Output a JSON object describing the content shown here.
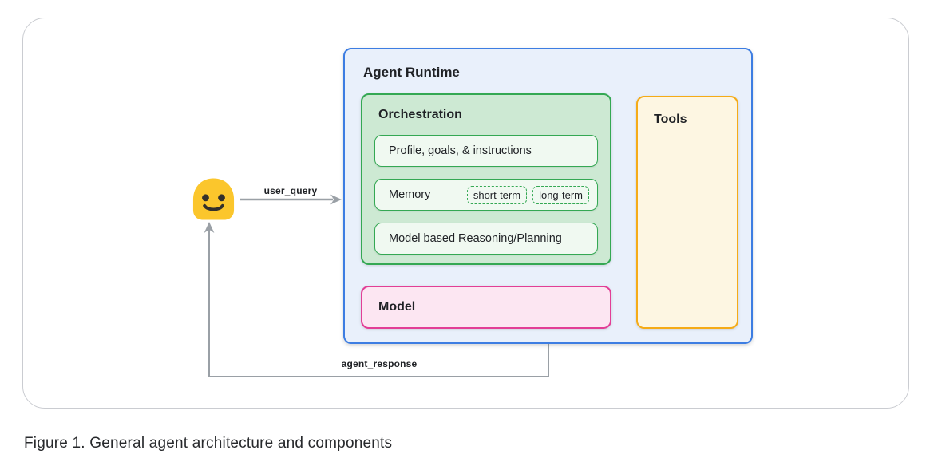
{
  "theme": {
    "page-bg": "#ffffff",
    "panel-border": "#caccd1",
    "blue-fill": "#e9f0fb",
    "blue-border": "#3d7de2",
    "green-fill": "#cde9d3",
    "green-border": "#34a853",
    "row-fill": "#f0f9f1",
    "pink-fill": "#fce6f2",
    "pink-border": "#e23e96",
    "cream-fill": "#fdf6e2",
    "orange-border": "#f5ab17",
    "arrow-gray": "#9aa0a6",
    "text-dark": "#1f2125",
    "caption-color": "#27292c",
    "emoji-yellow": "#fbc62c",
    "emoji-face": "#33302b"
  },
  "figure": {
    "caption": "Figure 1. General agent architecture and components"
  },
  "user": {
    "icon": "smiley-user-emoji"
  },
  "flows": {
    "user_query": "user_query",
    "agent_response": "agent_response"
  },
  "runtime": {
    "title": "Agent Runtime",
    "orchestration": {
      "title": "Orchestration",
      "rows": [
        {
          "label": "Profile, goals, & instructions"
        },
        {
          "label": "Memory",
          "chips": [
            "short-term",
            "long-term"
          ]
        },
        {
          "label": "Model based Reasoning/Planning"
        }
      ]
    },
    "model": {
      "title": "Model"
    },
    "tools": {
      "title": "Tools"
    }
  }
}
